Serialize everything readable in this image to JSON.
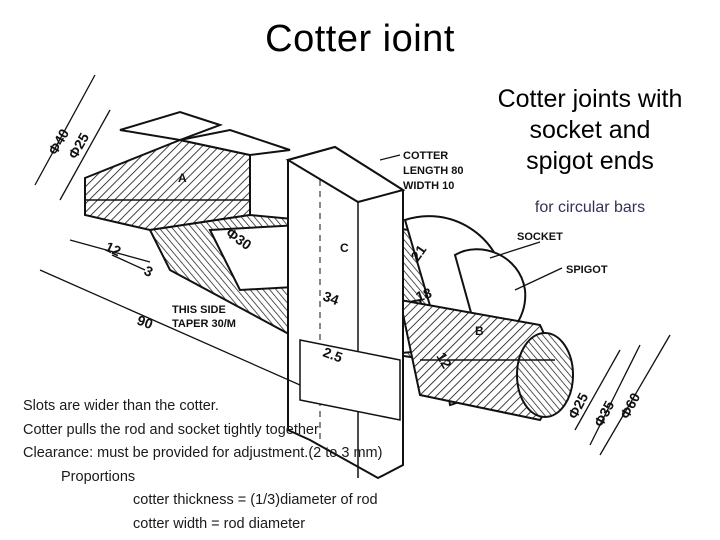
{
  "title": "Cotter ioint",
  "subtitle": {
    "line1": "Cotter joints with",
    "line2": "socket and",
    "line3": "spigot ends"
  },
  "subnote": "for circular bars",
  "notes": {
    "line1": "Slots are wider than the cotter.",
    "line2": "Cotter pulls the rod and socket tightly together",
    "line3": "Clearance: must be provided for adjustment.(2 to 3 mm)",
    "line4": "Proportions",
    "line5": "cotter thickness = (1/3)diameter of rod",
    "line6": "cotter width = rod diameter"
  },
  "drawing": {
    "cotter_label": {
      "l1": "COTTER",
      "l2": "LENGTH 80",
      "l3": "WIDTH 10"
    },
    "socket_label": "SOCKET",
    "spigot_label": "SPIGOT",
    "taper_label": {
      "l1": "THIS SIDE",
      "l2": "TAPER 30/M"
    },
    "part_a": "A",
    "part_b": "B",
    "part_c": "C",
    "dims": {
      "d40": "Φ40",
      "d25_left": "Φ25",
      "d30": "Φ30",
      "d12": "12",
      "d3": "3",
      "d90": "90",
      "d21": "21",
      "d18": "18",
      "d34": "34",
      "d12b": "12",
      "d25_mid": "2.5",
      "d25_right": "Φ25",
      "d35": "Φ35",
      "d60": "Φ60"
    }
  }
}
